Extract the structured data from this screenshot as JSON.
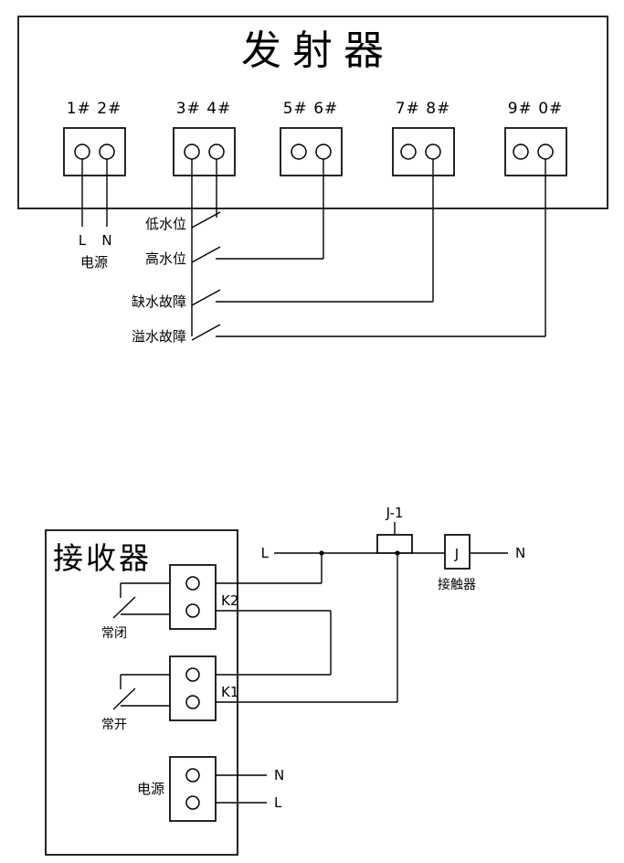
{
  "colors": {
    "line": "#000000",
    "background": "#ffffff"
  },
  "transmitter": {
    "title": "发射器",
    "terminal_labels": [
      "1# 2#",
      "3# 4#",
      "5# 6#",
      "7# 8#",
      "9# 0#"
    ],
    "power": {
      "l": "L",
      "n": "N",
      "label": "电源"
    },
    "switches": [
      "低水位",
      "高水位",
      "缺水故障",
      "溢水故障"
    ]
  },
  "receiver": {
    "title": "接收器",
    "relays": [
      {
        "label": "K2",
        "switch_label": "常闭"
      },
      {
        "label": "K1",
        "switch_label": "常开"
      }
    ],
    "power": {
      "label": "电源",
      "n": "N",
      "l": "L"
    }
  },
  "circuit": {
    "l_label": "L",
    "n_label": "N",
    "relay_contact_label": "J-1",
    "contactor_symbol": "J",
    "contactor_label": "接触器"
  }
}
